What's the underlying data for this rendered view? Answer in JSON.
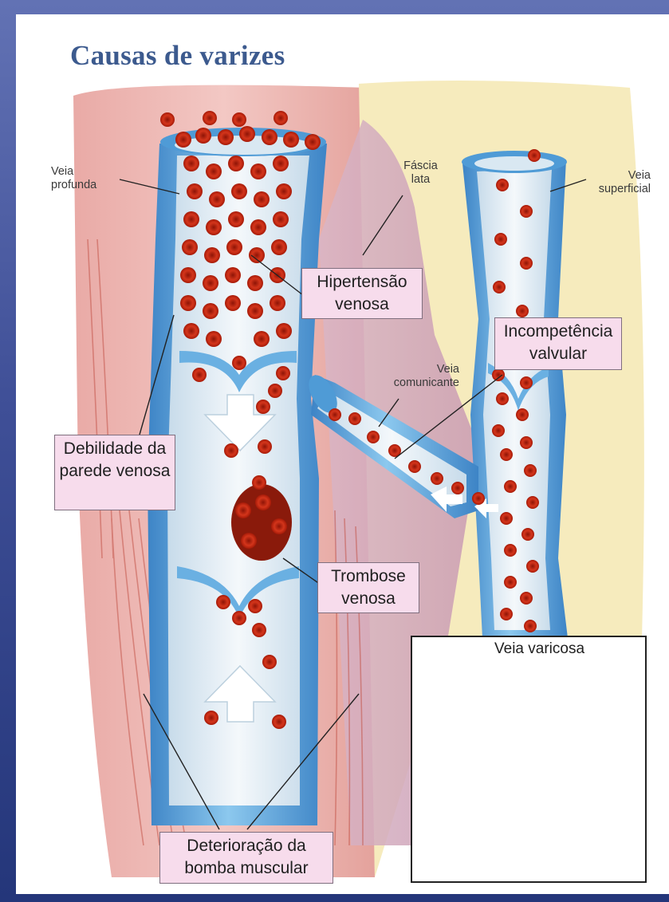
{
  "title": "Causas de varizes",
  "labels": {
    "deep_vein": "Veia profunda",
    "fascia": "Fáscia lata",
    "superficial_vein": "Veia superficial",
    "communicating_vein": "Veia comunicante"
  },
  "boxes": {
    "hypertension": "Hipertensão venosa",
    "valve_incompetence": "Incompetência valvular",
    "wall_weakness": "Debilidade da parede venosa",
    "thrombosis": "Trombose venosa",
    "muscle_pump": "Deterioração da bomba muscular"
  },
  "inset_title": "Veia varicosa",
  "colors": {
    "background_frame": "#3f4f97",
    "title": "#3c5a8e",
    "vein_blue": "#5aa6dc",
    "blood_red": "#c8230f",
    "callout_fill": "#f7dcec",
    "muscle": "#e5a09a",
    "fat": "#f6ebbd"
  }
}
